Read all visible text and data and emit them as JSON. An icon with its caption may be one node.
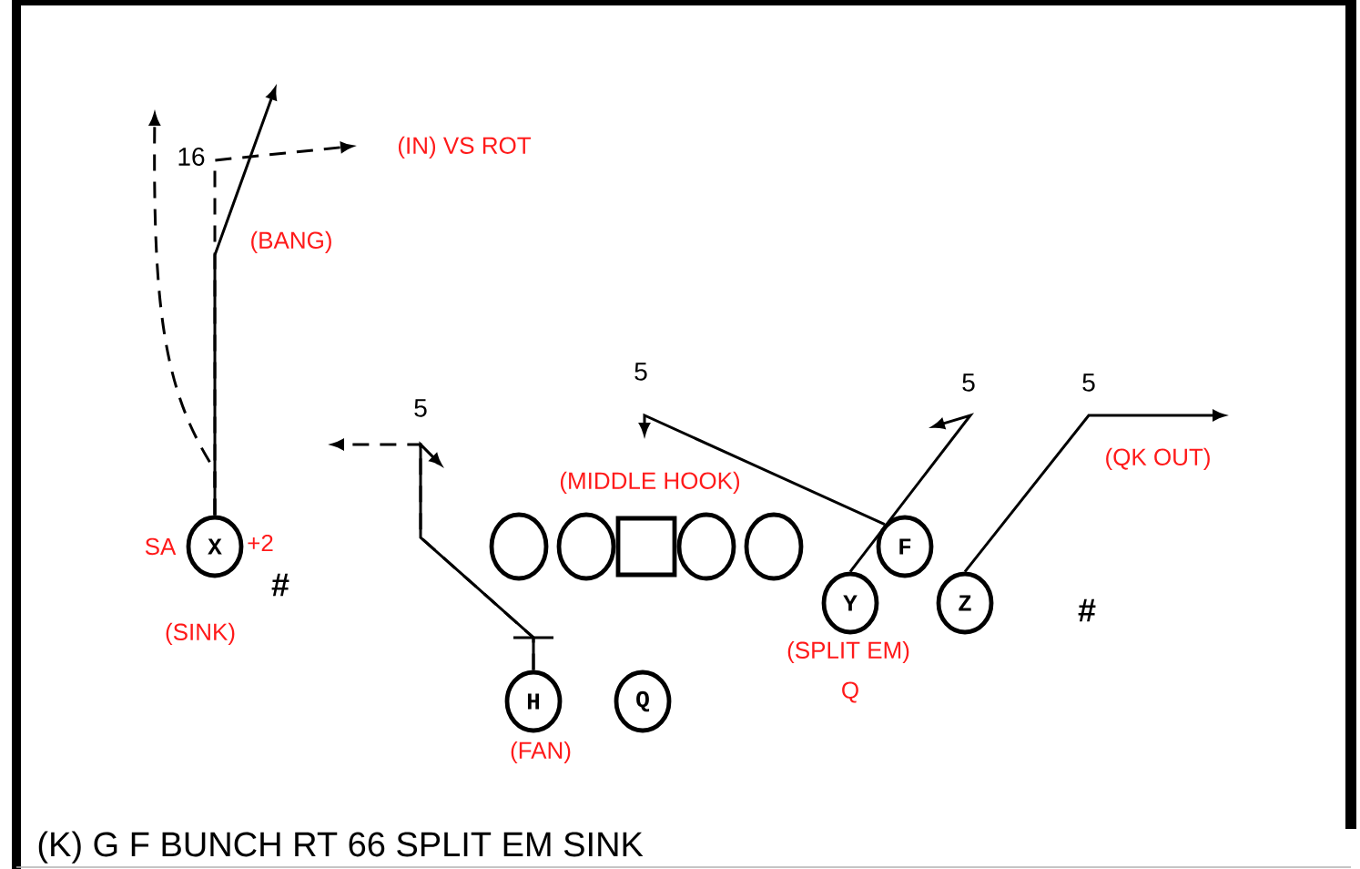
{
  "diagram": {
    "title": "(K) G F BUNCH RT 66 SPLIT EM SINK",
    "nodes": [
      {
        "text": [
          "X"
        ],
        "beside": [
          "SA",
          "+2",
          "(SINK)"
        ]
      },
      {
        "text": [],
        "shape": "circle"
      },
      {
        "text": [],
        "shape": "circle"
      },
      {
        "text": [],
        "shape": "box"
      },
      {
        "text": [],
        "shape": "circle"
      },
      {
        "text": [],
        "shape": "circle"
      },
      {
        "text": [
          "F"
        ]
      },
      {
        "text": [
          "Y"
        ],
        "beside": [
          "(SPLIT EM)",
          "Q"
        ]
      },
      {
        "text": [
          "Z"
        ]
      },
      {
        "text": [
          "H"
        ],
        "beside": [
          "(FAN)"
        ]
      },
      {
        "text": [
          "Q"
        ]
      }
    ],
    "edges": [
      {
        "from": 0,
        "to": null,
        "arrow": "to",
        "label": "(BANG)"
      },
      {
        "from": 0,
        "to": null,
        "arrow": "to",
        "style": "dashed",
        "label": "(IN) VS ROT"
      },
      {
        "from": 0,
        "to": null,
        "arrow": "to",
        "style": "dashed"
      },
      {
        "from": 9,
        "to": null,
        "arrow": "to"
      },
      {
        "from": 9,
        "to": null,
        "arrow": "to",
        "style": "dashed"
      },
      {
        "from": 6,
        "to": null,
        "arrow": "to",
        "label": "(MIDDLE HOOK)"
      },
      {
        "from": 7,
        "to": null,
        "arrow": "to"
      },
      {
        "from": 8,
        "to": null,
        "arrow": "to",
        "label": "(QK OUT)"
      }
    ],
    "labels": [
      "16",
      "5",
      "5",
      "5",
      "5",
      "#",
      "#"
    ]
  }
}
